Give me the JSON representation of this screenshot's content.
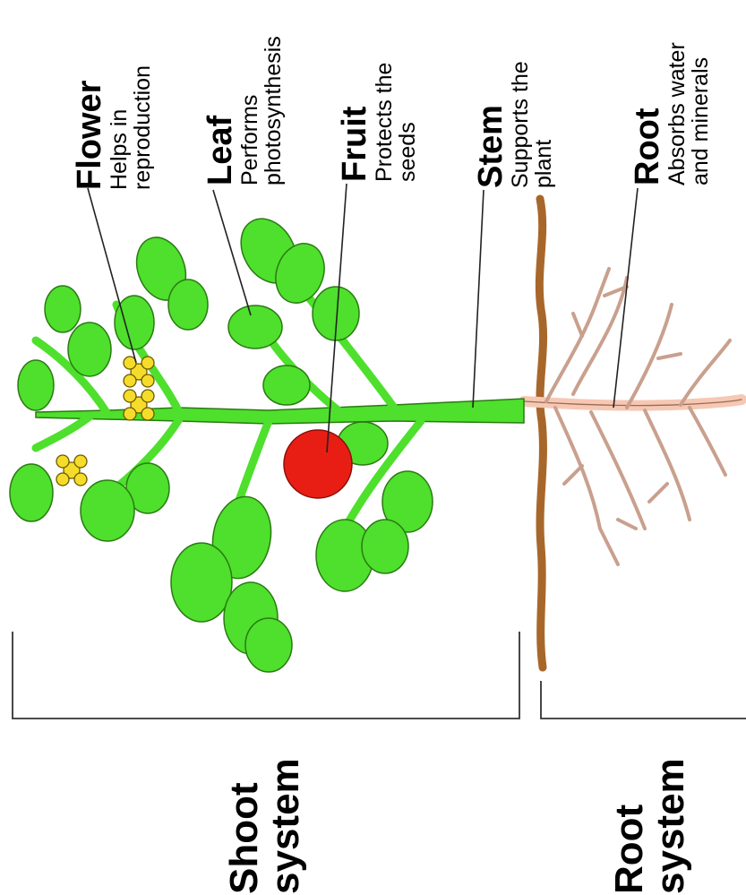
{
  "labels": {
    "flower": {
      "name": "Flower",
      "desc_line1": "Helps in",
      "desc_line2": "reproduction"
    },
    "leaf": {
      "name": "Leaf",
      "desc_line1": "Performs",
      "desc_line2": "photosynthesis"
    },
    "fruit": {
      "name": "Fruit",
      "desc_line1": "Protects the",
      "desc_line2": "seeds"
    },
    "stem": {
      "name": "Stem",
      "desc_line1": "Supports the",
      "desc_line2": "plant"
    },
    "root": {
      "name": "Root",
      "desc_line1": "Absorbs water",
      "desc_line2": "and minerals"
    }
  },
  "systems": {
    "shoot": {
      "line1": "Shoot",
      "line2": "system"
    },
    "root": {
      "line1": "Root",
      "line2": "system"
    }
  },
  "colors": {
    "stem_leaf_green": "#4ee02c",
    "leaf_outline": "#2a7a12",
    "fruit_red": "#e81e14",
    "flower_yellow": "#f6dc2a",
    "soil_brown": "#a8672a",
    "root_pink": "#f6c8b4",
    "root_outline": "#9a6a55"
  }
}
